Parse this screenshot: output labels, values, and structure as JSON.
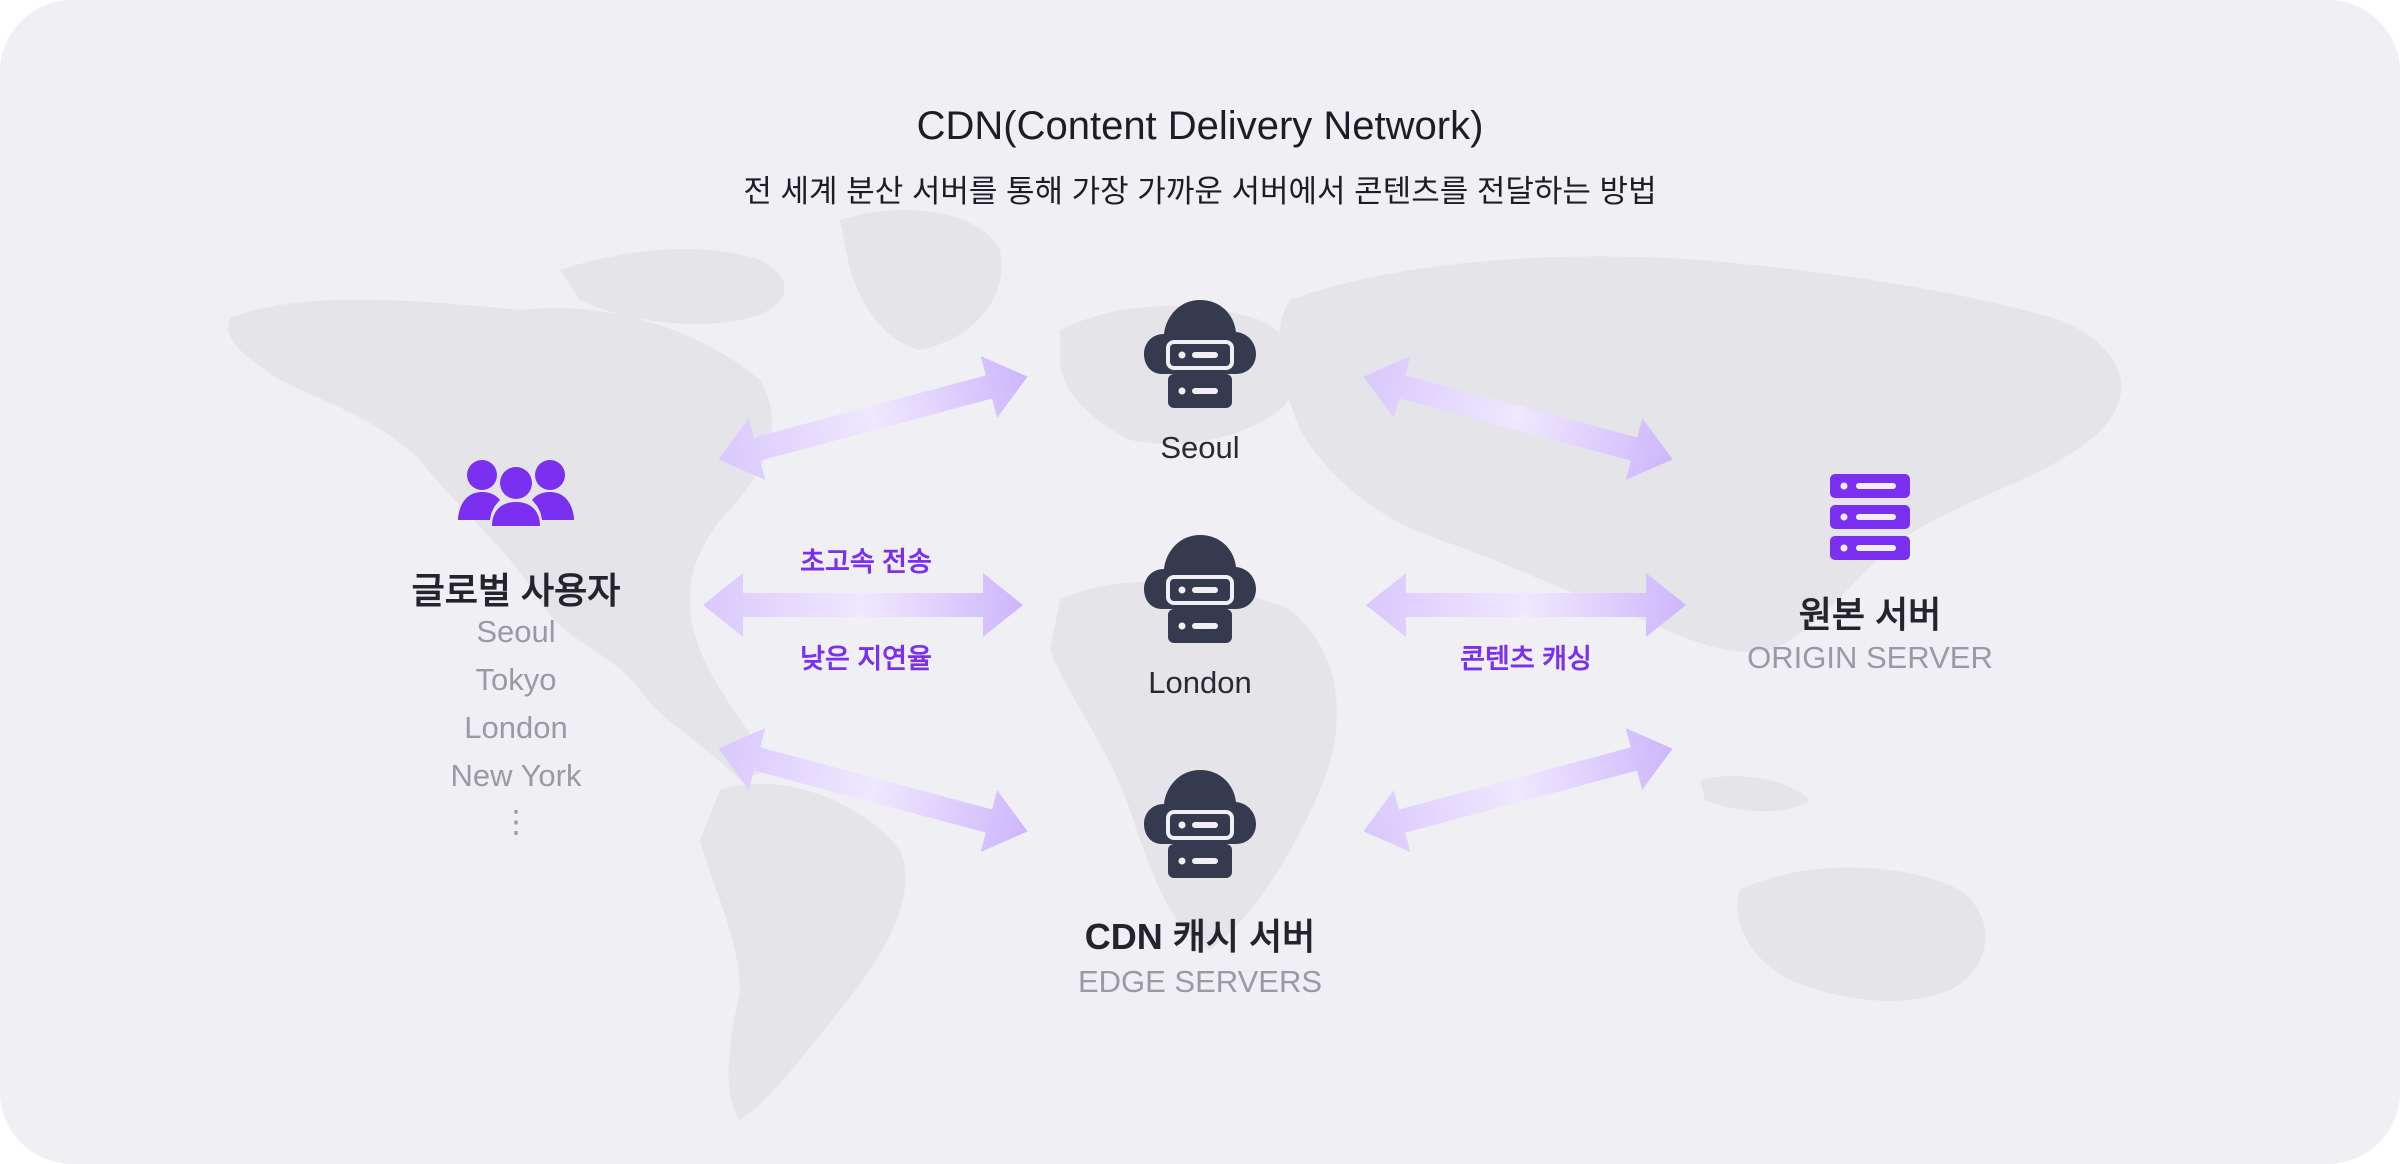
{
  "title": "CDN(Content Delivery Network)",
  "subtitle": "전 세계 분산 서버를 통해 가장 가까운 서버에서 콘텐츠를 전달하는 방법",
  "users": {
    "title": "글로벌 사용자",
    "cities": [
      "Seoul",
      "Tokyo",
      "London",
      "New York"
    ],
    "more": "⋮",
    "icon": "users-group-icon"
  },
  "edge": {
    "nodes": [
      {
        "label": "Seoul",
        "icon": "cloud-server-icon"
      },
      {
        "label": "London",
        "icon": "cloud-server-icon"
      },
      {
        "label": ""
      }
    ],
    "title": "CDN 캐시 서버",
    "sub": "EDGE SERVERS"
  },
  "origin": {
    "title": "원본 서버",
    "sub": "ORIGIN SERVER",
    "icon": "server-stack-icon"
  },
  "labels": {
    "fast": "초고속 전송",
    "latency": "낮은 지연율",
    "caching": "콘텐츠 캐싱"
  },
  "colors": {
    "background": "#f0eff3",
    "accent": "#7b2ff0",
    "arrow": "#cdb8fb",
    "icon_dark": "#363a4e",
    "muted_text": "#9a99a6"
  }
}
